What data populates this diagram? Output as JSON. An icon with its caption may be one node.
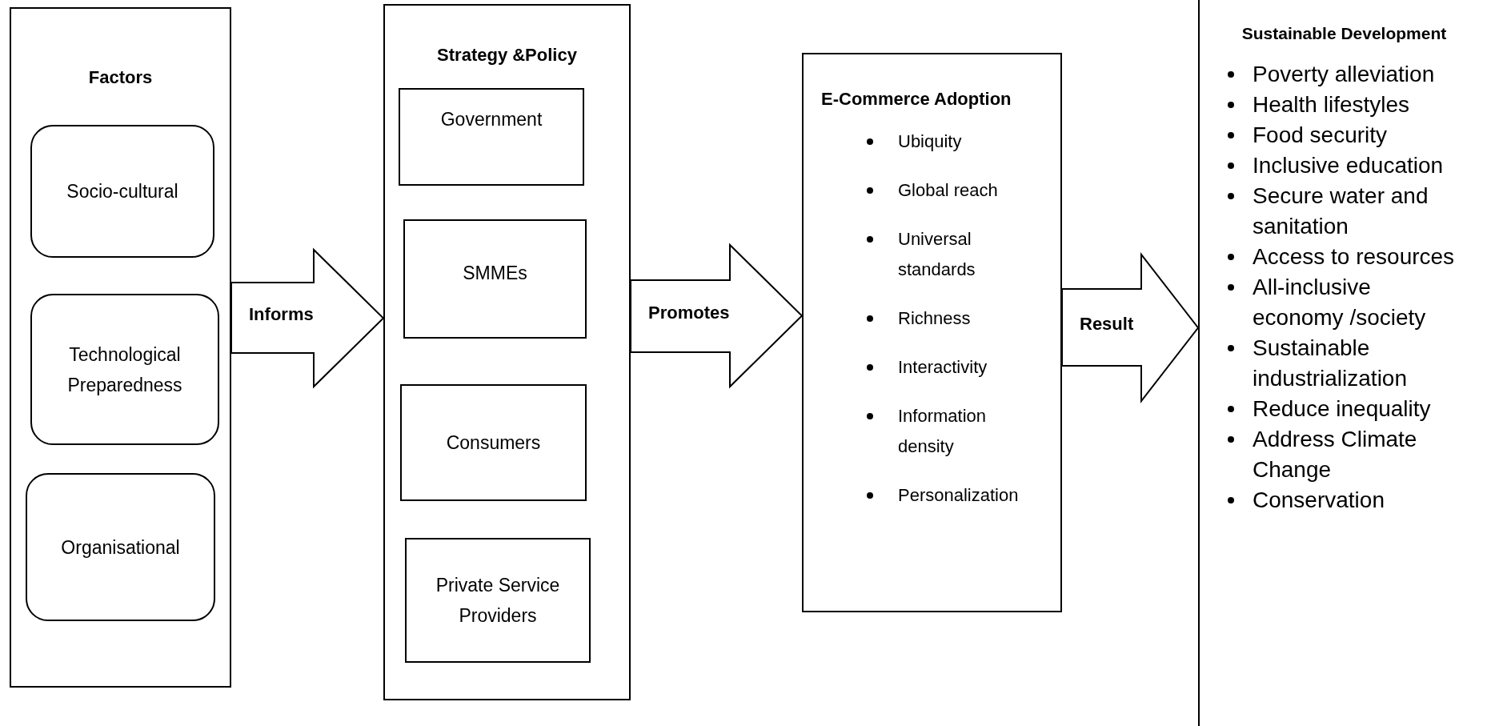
{
  "diagram": {
    "nodes": [
      {
        "text": [
          "Factors"
        ]
      },
      {
        "text": [
          "Socio-cultural"
        ],
        "in": 0
      },
      {
        "text": [
          "Technological Preparedness"
        ],
        "in": 0
      },
      {
        "text": [
          "Organisational"
        ],
        "in": 0
      },
      {
        "text": [
          "Strategy &Policy"
        ]
      },
      {
        "text": [
          "Government"
        ],
        "in": 4
      },
      {
        "text": [
          "SMMEs"
        ],
        "in": 4
      },
      {
        "text": [
          "Consumers"
        ],
        "in": 4
      },
      {
        "text": [
          "Private Service Providers"
        ],
        "in": 4
      },
      {
        "text": [
          "E-Commerce Adoption",
          "Ubiquity",
          "Global reach",
          "Universal standards",
          "Richness",
          "Interactivity",
          "Information density",
          "Personalization"
        ]
      },
      {
        "text": [
          "Sustainable Development",
          "Poverty alleviation",
          "Health lifestyles",
          "Food security",
          "Inclusive education",
          "Secure water and sanitation",
          "Access to resources",
          "All-inclusive economy /society",
          "Sustainable industrialization",
          "Reduce inequality",
          "Address Climate Change",
          "Conservation"
        ]
      }
    ],
    "edges": [
      {
        "from": 0,
        "to": 4,
        "arrow": "to",
        "label": "**Inform**s"
      },
      {
        "from": 4,
        "to": 9,
        "arrow": "to",
        "label": "Promotes"
      },
      {
        "from": 9,
        "to": 10,
        "arrow": "to",
        "label": "Result"
      }
    ]
  }
}
